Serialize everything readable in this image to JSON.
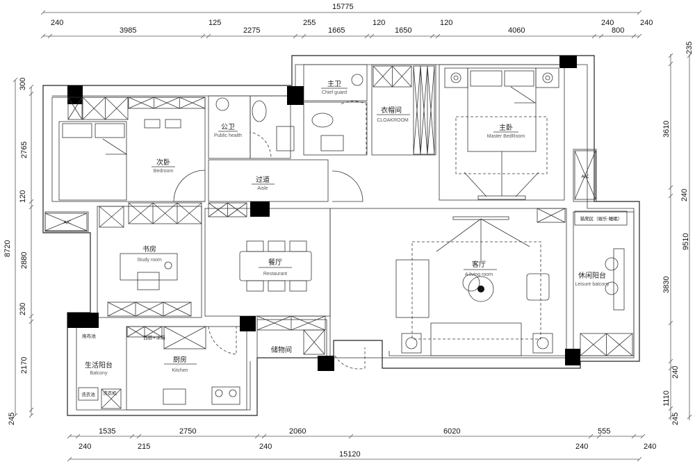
{
  "dimensions": {
    "top_total": "15775",
    "top": [
      "240",
      "3985",
      "125",
      "2275",
      "255",
      "1665",
      "120",
      "1650",
      "120",
      "4060",
      "240",
      "800",
      "240"
    ],
    "bottom_total": "15120",
    "bottom_upper": [
      "1535",
      "2750",
      "2060",
      "6020",
      "555"
    ],
    "bottom_lower": [
      "240",
      "215",
      "240",
      "240",
      "240"
    ],
    "left_total": "8720",
    "left": [
      "300",
      "2765",
      "120",
      "2880",
      "230",
      "2170",
      "245"
    ],
    "right_total": "9510",
    "right": [
      "235",
      "3610",
      "240",
      "3830",
      "240",
      "1110",
      "245"
    ]
  },
  "rooms": {
    "second_bedroom": {
      "cn": "次卧",
      "en": "Bedroom"
    },
    "public_bath": {
      "cn": "公卫",
      "en": "Public health"
    },
    "master_bath": {
      "cn": "主卫",
      "en": "Chief guard"
    },
    "cloakroom": {
      "cn": "衣帽间",
      "en": "CLOAKROOM"
    },
    "master_bedroom": {
      "cn": "主卧",
      "en": "Master BedRoom"
    },
    "aisle": {
      "cn": "过道",
      "en": "Aisle"
    },
    "study": {
      "cn": "书房",
      "en": "Study room"
    },
    "restaurant": {
      "cn": "餐厅",
      "en": "Restaurant"
    },
    "living_room": {
      "cn": "客厅",
      "en": "A living room"
    },
    "leisure_balcony": {
      "cn": "休闲阳台",
      "en": "Leisure balcony"
    },
    "kitchen": {
      "cn": "厨房",
      "en": "Kitchen"
    },
    "balcony": {
      "cn": "生活阳台",
      "en": "Balcony"
    },
    "storage": {
      "cn": "储物间"
    }
  },
  "fixtures": {
    "ac_left": "A/C",
    "ac_right": "A/C",
    "mop_sink": "拖布池",
    "western_kitchen": "西厨+冰箱",
    "laundry_sink": "洗衣池",
    "washer": "洗衣机",
    "cat_area": "猫爬区（娱乐·睡眠）"
  }
}
